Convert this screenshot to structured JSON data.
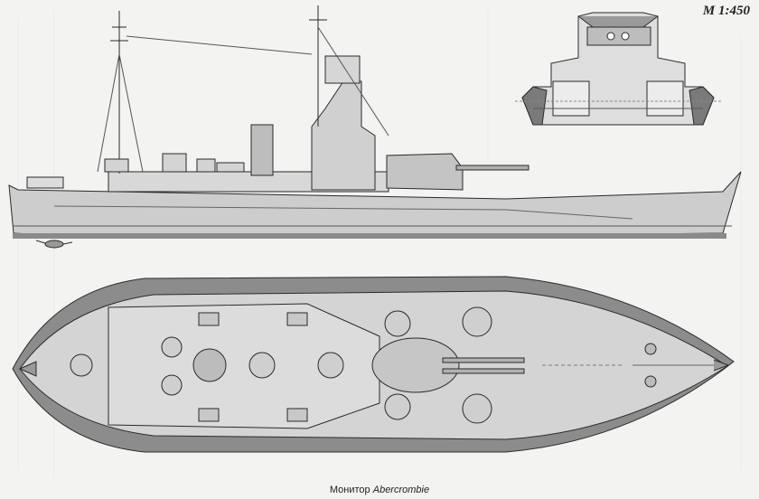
{
  "scale_label": "M 1:450",
  "caption": {
    "prefix": "Монитор ",
    "ship_name": "Abercrombie"
  },
  "colors": {
    "paper": "#f3f3f1",
    "hull": "#c9c9c9",
    "hull_dark": "#8a8a8a",
    "deck": "#d6d6d6",
    "line": "#2a2a2a"
  }
}
